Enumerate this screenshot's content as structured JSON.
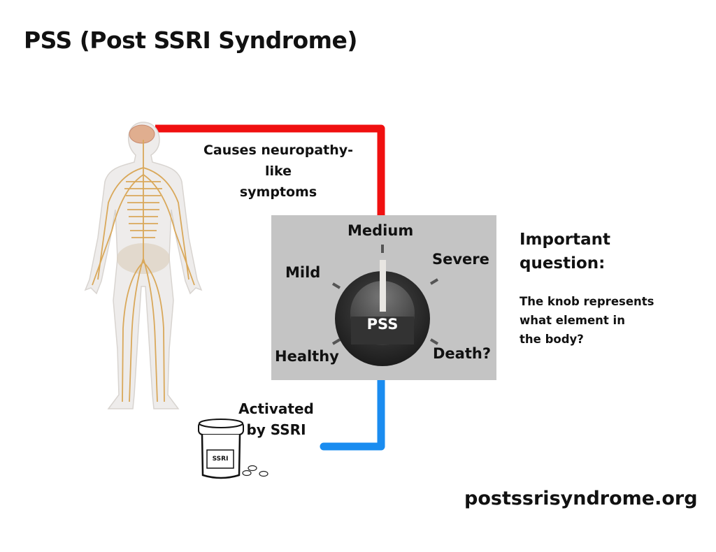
{
  "title": "PSS (Post SSRI Syndrome)",
  "top_connector_label": [
    "Causes neuropathy-like",
    "symptoms"
  ],
  "bottom_connector_label": [
    "Activated",
    "by SSRI"
  ],
  "pill_bottle_label": "SSRI",
  "knob": {
    "label": "PSS",
    "settings": [
      "Healthy",
      "Mild",
      "Medium",
      "Severe",
      "Death?"
    ],
    "current_setting": "Medium"
  },
  "question": {
    "heading": [
      "Important",
      "question:"
    ],
    "body": [
      "The knob represents",
      "what element in",
      "the body?"
    ]
  },
  "website": "postssrisyndrome.org",
  "colors": {
    "red_line": "#f01010",
    "blue_line": "#1a8cf0",
    "panel": "#c4c4c4",
    "nerves": "#d9a85a"
  }
}
